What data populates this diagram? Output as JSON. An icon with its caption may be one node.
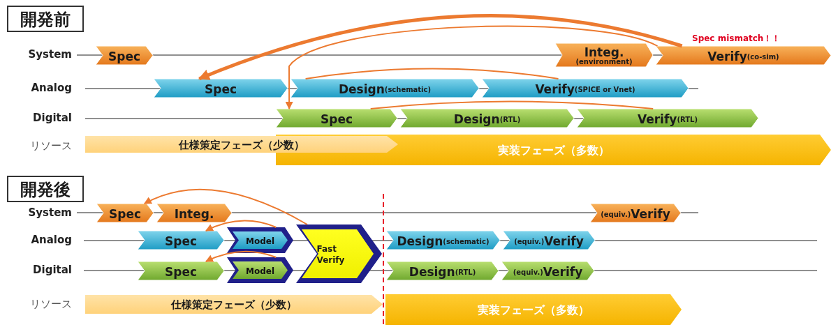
{
  "diagram": {
    "nodes": [
      {
        "text": [
          "開発前"
        ]
      },
      {
        "text": [
          "Spec"
        ]
      },
      {
        "text": [
          "Integ.",
          "(environment)"
        ]
      },
      {
        "text": [
          "Verify",
          "(co-sim)"
        ],
        "beside": [
          "Spec mismatch！！"
        ]
      },
      {
        "text": [
          "Spec"
        ]
      },
      {
        "text": [
          "Design",
          "(schematic)"
        ]
      },
      {
        "text": [
          "Verify",
          "(SPICE or Vnet)"
        ]
      },
      {
        "text": [
          "Spec"
        ]
      },
      {
        "text": [
          "Design",
          "(RTL)"
        ]
      },
      {
        "text": [
          "Verify",
          "(RTL)"
        ]
      },
      {
        "text": [
          "仕様策定フェーズ（少数）"
        ]
      },
      {
        "text": [
          "実装フェーズ（多数）"
        ]
      },
      {
        "text": [
          "開発後"
        ]
      },
      {
        "text": [
          "Spec"
        ]
      },
      {
        "text": [
          "Integ."
        ]
      },
      {
        "text": [
          "(equiv.)",
          "Verify"
        ]
      },
      {
        "text": [
          "Spec"
        ]
      },
      {
        "text": [
          "Model"
        ]
      },
      {
        "text": [
          "Fast Verify"
        ]
      },
      {
        "text": [
          "Design",
          "(schematic)"
        ]
      },
      {
        "text": [
          "(equiv.)",
          "Verify"
        ]
      },
      {
        "text": [
          "Spec"
        ]
      },
      {
        "text": [
          "Model"
        ]
      },
      {
        "text": [
          "Design",
          "(RTL)"
        ]
      },
      {
        "text": [
          "(equiv.)",
          "Verify"
        ]
      },
      {
        "text": [
          "仕様策定フェーズ（少数）"
        ]
      },
      {
        "text": [
          "実装フェーズ（多数）"
        ]
      }
    ],
    "edges": [
      {
        "from": 3,
        "to": 4,
        "arrow": "to",
        "style": "thick"
      },
      {
        "from": 3,
        "to": 7,
        "arrow": "to"
      },
      {
        "from": 6,
        "to": 5,
        "arrow": "none"
      },
      {
        "from": 9,
        "to": 7,
        "arrow": "none"
      },
      {
        "from": 18,
        "to": 13,
        "arrow": "to"
      },
      {
        "from": 17,
        "to": 16,
        "arrow": "to"
      },
      {
        "from": 22,
        "to": 21,
        "arrow": "to"
      }
    ],
    "labels": [
      "System",
      "Analog",
      "Digital",
      "リソース",
      "System",
      "Analog",
      "Digital",
      "リソース"
    ]
  }
}
